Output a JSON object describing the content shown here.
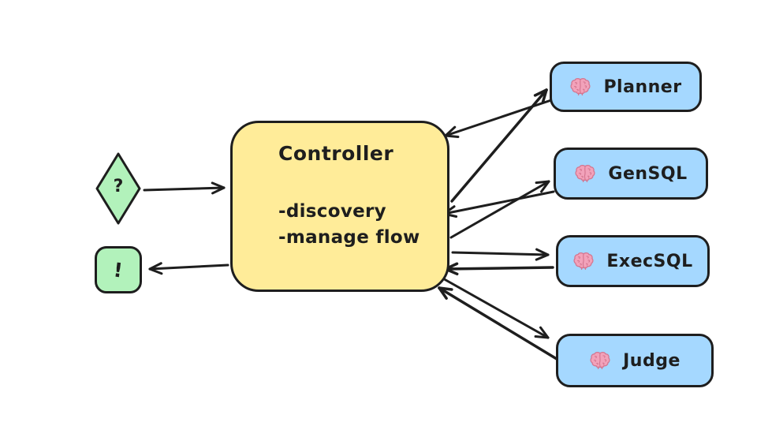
{
  "diagram": {
    "colors": {
      "stroke": "#1e1e1e",
      "controller_fill": "#ffec99",
      "agent_fill": "#a5d8ff",
      "io_fill": "#b2f2bb",
      "brain_pink": "#f2a2ba",
      "brain_line": "#d4758f"
    },
    "input_node": {
      "label": "?"
    },
    "output_node": {
      "label": "!"
    },
    "controller": {
      "title": "Controller",
      "bullets": [
        "-discovery",
        "-manage flow"
      ]
    },
    "agents": [
      {
        "id": "planner",
        "icon": "brain-icon",
        "label": "Planner"
      },
      {
        "id": "gensql",
        "icon": "brain-icon",
        "label": "GenSQL"
      },
      {
        "id": "execsql",
        "icon": "brain-icon",
        "label": "ExecSQL"
      },
      {
        "id": "judge",
        "icon": "brain-icon",
        "label": "Judge"
      }
    ],
    "edges": [
      {
        "from": "input",
        "to": "controller"
      },
      {
        "from": "controller",
        "to": "output"
      },
      {
        "from": "controller",
        "to": "planner"
      },
      {
        "from": "planner",
        "to": "controller"
      },
      {
        "from": "controller",
        "to": "gensql"
      },
      {
        "from": "gensql",
        "to": "controller"
      },
      {
        "from": "controller",
        "to": "execsql"
      },
      {
        "from": "execsql",
        "to": "controller"
      },
      {
        "from": "controller",
        "to": "judge"
      },
      {
        "from": "judge",
        "to": "controller"
      }
    ]
  }
}
